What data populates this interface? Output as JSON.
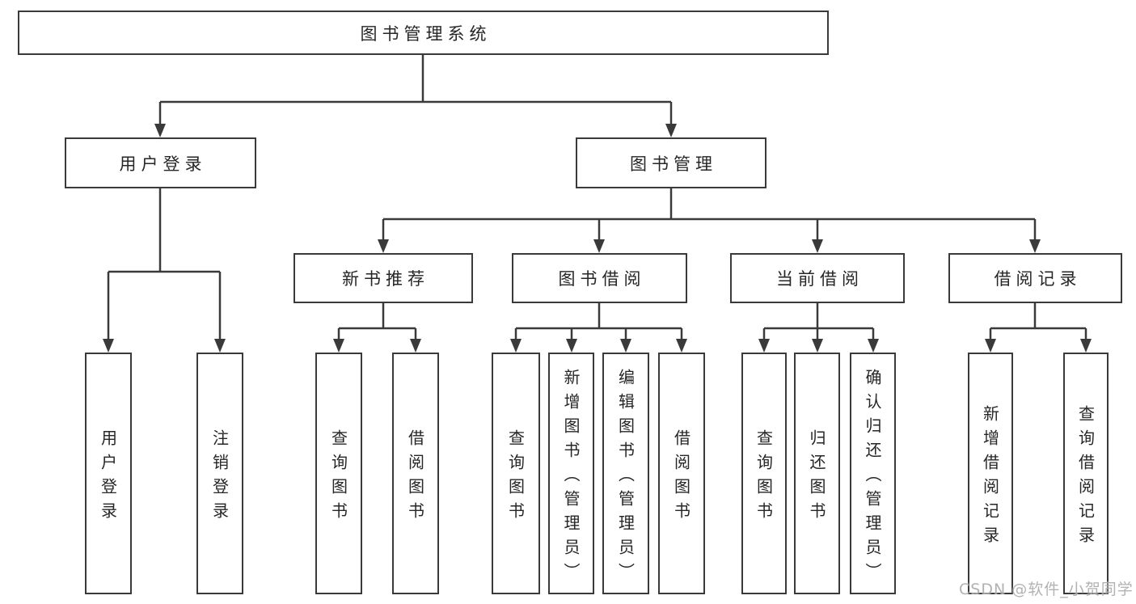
{
  "diagram": {
    "title": "图书管理系统",
    "type": "hierarchy-tree",
    "watermark": "CSDN @软件_小贺同学",
    "colors": {
      "background": "#ffffff",
      "line": "#3a3a3a",
      "box_border": "#3a3a3a",
      "text": "#262626",
      "watermark": "#aaaaaa"
    }
  },
  "nodes": [
    {
      "id": "root",
      "level": 1,
      "label": "图书管理系统"
    },
    {
      "id": "user-login",
      "level": 2,
      "label": "用户登录"
    },
    {
      "id": "book-management",
      "level": 2,
      "label": "图书管理"
    },
    {
      "id": "new-book-recommend",
      "level": 3,
      "label": "新书推荐"
    },
    {
      "id": "book-borrow",
      "level": 3,
      "label": "图书借阅"
    },
    {
      "id": "current-borrow",
      "level": 3,
      "label": "当前借阅"
    },
    {
      "id": "borrow-records",
      "level": 3,
      "label": "借阅记录"
    },
    {
      "id": "leaf-user-login",
      "level": 4,
      "label": "用户登录"
    },
    {
      "id": "leaf-logout",
      "level": 4,
      "label": "注销登录"
    },
    {
      "id": "leaf-query-books-1",
      "level": 4,
      "label": "查询图书"
    },
    {
      "id": "leaf-borrow-books-1",
      "level": 4,
      "label": "借阅图书"
    },
    {
      "id": "leaf-query-books-2",
      "level": 4,
      "label": "查询图书"
    },
    {
      "id": "leaf-add-books",
      "level": 4,
      "label": "新增图书（管理员）"
    },
    {
      "id": "leaf-edit-books",
      "level": 4,
      "label": "编辑图书（管理员）"
    },
    {
      "id": "leaf-borrow-books-2",
      "level": 4,
      "label": "借阅图书"
    },
    {
      "id": "leaf-query-books-3",
      "level": 4,
      "label": "查询图书"
    },
    {
      "id": "leaf-return-books",
      "level": 4,
      "label": "归还图书"
    },
    {
      "id": "leaf-confirm-return",
      "level": 4,
      "label": "确认归还（管理员）"
    },
    {
      "id": "leaf-add-record",
      "level": 4,
      "label": "新增借阅记录"
    },
    {
      "id": "leaf-query-record",
      "level": 4,
      "label": "查询借阅记录"
    }
  ],
  "edges": [
    {
      "from": "root",
      "to": "user-login"
    },
    {
      "from": "root",
      "to": "book-management"
    },
    {
      "from": "user-login",
      "to": "leaf-user-login"
    },
    {
      "from": "user-login",
      "to": "leaf-logout"
    },
    {
      "from": "book-management",
      "to": "new-book-recommend"
    },
    {
      "from": "book-management",
      "to": "book-borrow"
    },
    {
      "from": "book-management",
      "to": "current-borrow"
    },
    {
      "from": "book-management",
      "to": "borrow-records"
    },
    {
      "from": "new-book-recommend",
      "to": "leaf-query-books-1"
    },
    {
      "from": "new-book-recommend",
      "to": "leaf-borrow-books-1"
    },
    {
      "from": "book-borrow",
      "to": "leaf-query-books-2"
    },
    {
      "from": "book-borrow",
      "to": "leaf-add-books"
    },
    {
      "from": "book-borrow",
      "to": "leaf-edit-books"
    },
    {
      "from": "book-borrow",
      "to": "leaf-borrow-books-2"
    },
    {
      "from": "current-borrow",
      "to": "leaf-query-books-3"
    },
    {
      "from": "current-borrow",
      "to": "leaf-return-books"
    },
    {
      "from": "current-borrow",
      "to": "leaf-confirm-return"
    },
    {
      "from": "borrow-records",
      "to": "leaf-add-record"
    },
    {
      "from": "borrow-records",
      "to": "leaf-query-record"
    }
  ]
}
